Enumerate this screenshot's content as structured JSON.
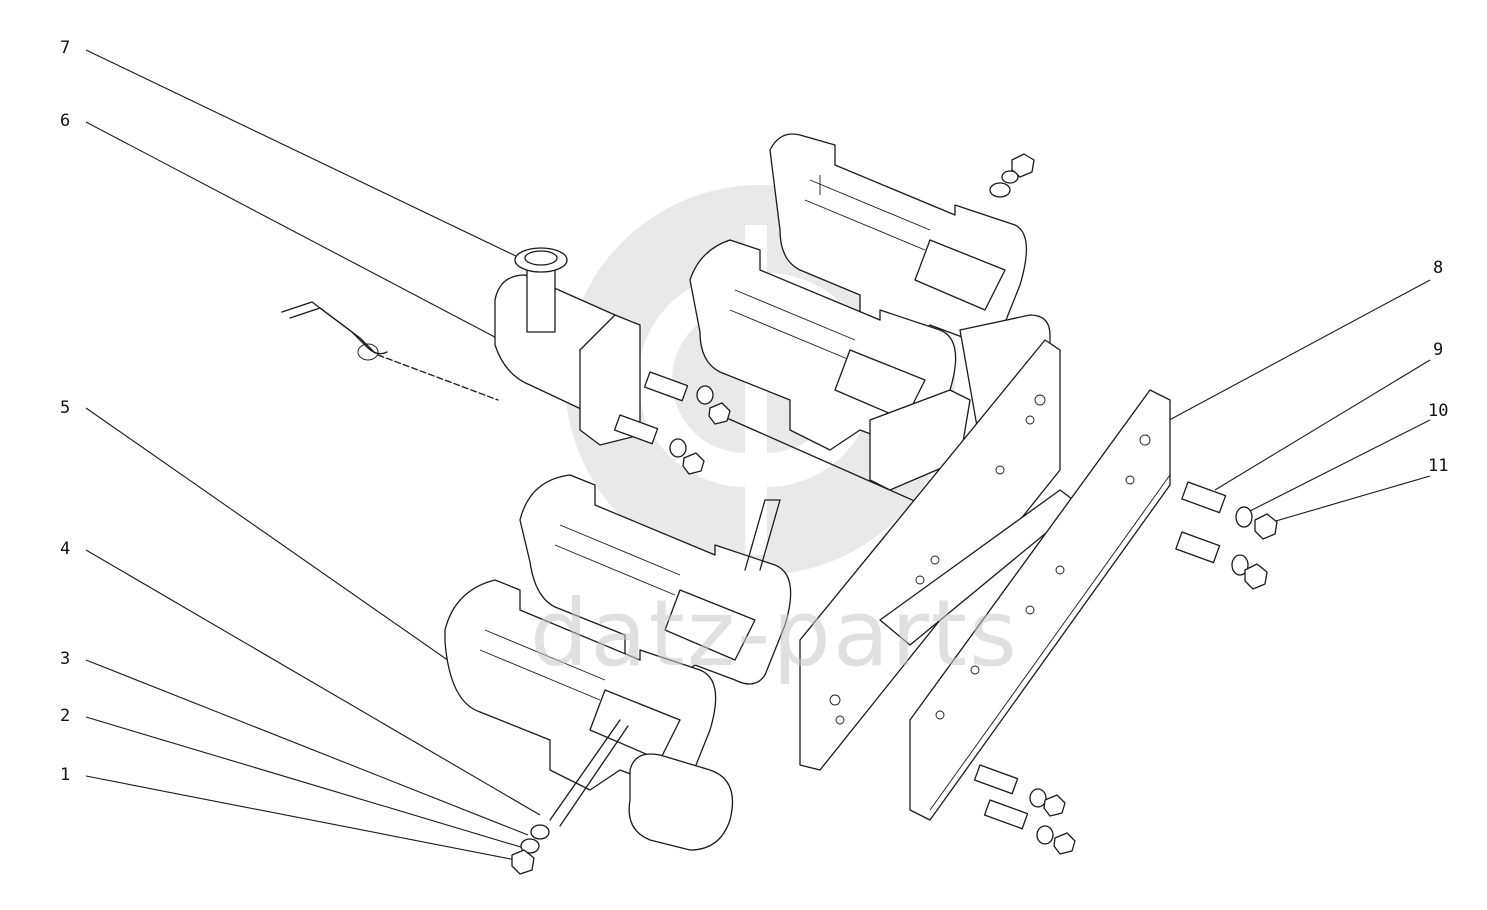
{
  "callouts": [
    {
      "label": "7"
    },
    {
      "label": "6"
    },
    {
      "label": "5"
    },
    {
      "label": "4"
    },
    {
      "label": "3"
    },
    {
      "label": "2"
    },
    {
      "label": "1"
    },
    {
      "label": "8"
    },
    {
      "label": "9"
    },
    {
      "label": "10"
    },
    {
      "label": "11"
    }
  ],
  "watermark": {
    "text": "datz-parts"
  },
  "colors": {
    "line": "#1a1a1a",
    "watermark": "#c8c8c8",
    "background": "#ffffff"
  }
}
